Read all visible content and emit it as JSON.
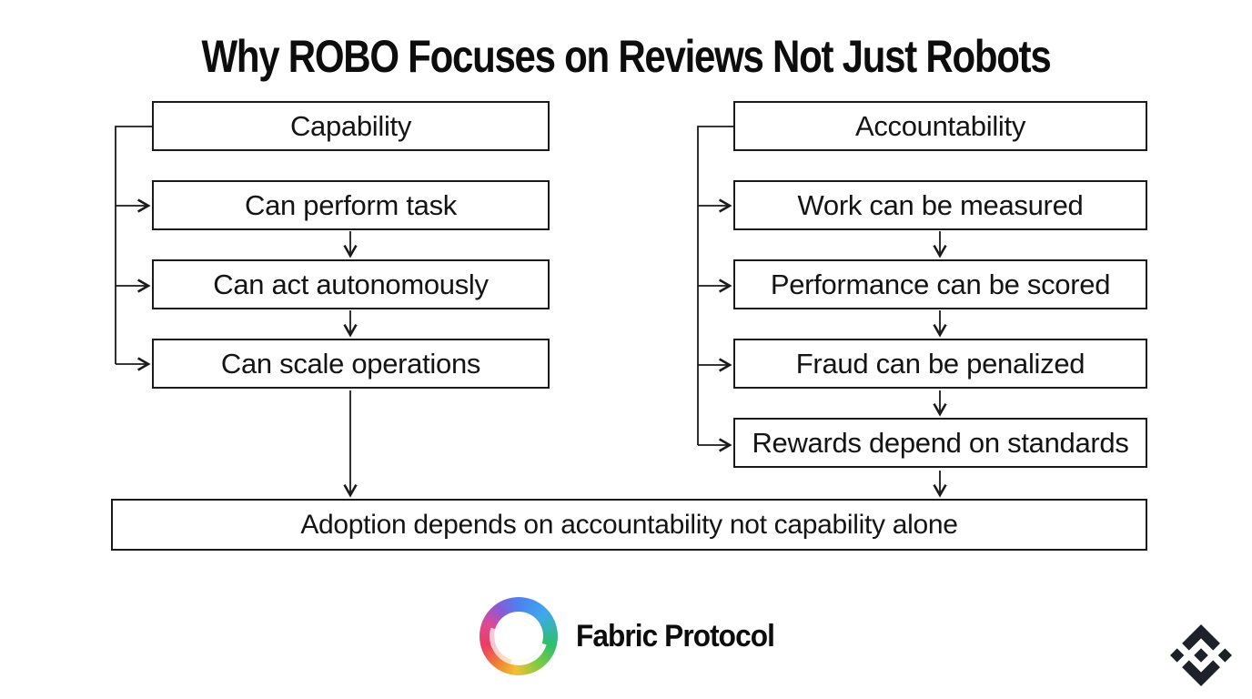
{
  "title": "Why ROBO Focuses on Reviews Not Just Robots",
  "diagram": {
    "left": {
      "header": "Capability",
      "items": [
        "Can perform task",
        "Can act autonomously",
        "Can scale operations"
      ]
    },
    "right": {
      "header": "Accountability",
      "items": [
        "Work can be measured",
        "Performance can be scored",
        "Fraud can be penalized",
        "Rewards depend on standards"
      ]
    },
    "conclusion": "Adoption depends on accountability not capability alone"
  },
  "footer": {
    "brand": "Fabric Protocol",
    "logo_icon": "fabric-ring-logo",
    "watermark_icon": "binance-diamond-logo"
  },
  "colors": {
    "background": "#ffffff",
    "line": "#1a1a1a",
    "text": "#111111",
    "binance_mark": "#1d2129",
    "ring_blue": "#4b82f0",
    "ring_green": "#2fbf6c",
    "ring_yellow": "#f0c035",
    "ring_red": "#ea3d66",
    "ring_purple": "#8a5ad8"
  }
}
